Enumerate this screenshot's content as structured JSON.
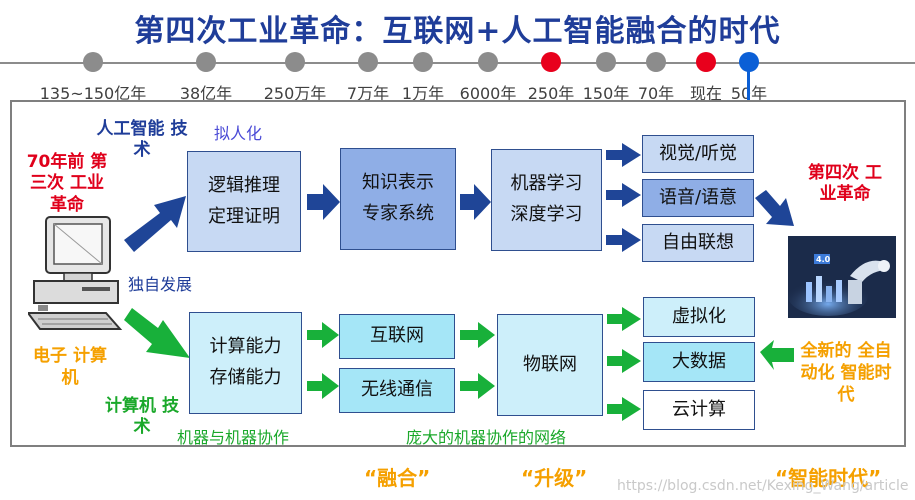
{
  "title": "第四次工业革命：互联网+人工智能融合的时代",
  "timeline": [
    {
      "label": "135~150亿年",
      "color": "#8c8c8c"
    },
    {
      "label": "38亿年",
      "color": "#8c8c8c"
    },
    {
      "label": "250万年",
      "color": "#8c8c8c"
    },
    {
      "label": "7万年",
      "color": "#8c8c8c"
    },
    {
      "label": "1万年",
      "color": "#8c8c8c"
    },
    {
      "label": "6000年",
      "color": "#8c8c8c"
    },
    {
      "label": "250年",
      "color": "#e8001c"
    },
    {
      "label": "150年",
      "color": "#8c8c8c"
    },
    {
      "label": "70年",
      "color": "#8c8c8c"
    },
    {
      "label": "现在",
      "color": "#e8001c"
    },
    {
      "label": "50年",
      "color": "#0b5fd6"
    }
  ],
  "left": {
    "era": "70年前\n第三次\n工业革命",
    "computer": "电子\n计算机"
  },
  "ai": {
    "heading": "人工智能\n技术",
    "sub": "拟人化",
    "box1": "逻辑推理\n定理证明",
    "box2": "知识表示\n专家系统",
    "box3": "机器学习\n深度学习",
    "out": [
      "视觉/听觉",
      "语音/语意",
      "自由联想"
    ]
  },
  "branch_label": "独自发展",
  "cs": {
    "heading": "计算机\n技术",
    "sub1": "机器与机器协作",
    "sub2": "庞大的机器协作的网络",
    "box1": "计算能力\n存储能力",
    "box2a": "互联网",
    "box2b": "无线通信",
    "box3": "物联网",
    "out": [
      "虚拟化",
      "大数据",
      "云计算"
    ]
  },
  "right": {
    "top": "第四次\n工业革命",
    "bottom": "全新的\n全自动化\n智能时代",
    "robot_badge": "4.0"
  },
  "bottom": {
    "fusion": "“融合”",
    "upgrade": "“升级”",
    "smart": "“智能时代”"
  },
  "watermark": "https://blog.csdn.net/Kexing_Wang/article",
  "colors": {
    "navy_arrow": "#1f4597",
    "green_arrow": "#18b03a",
    "red": "#e0001b",
    "orange": "#f5a000"
  }
}
